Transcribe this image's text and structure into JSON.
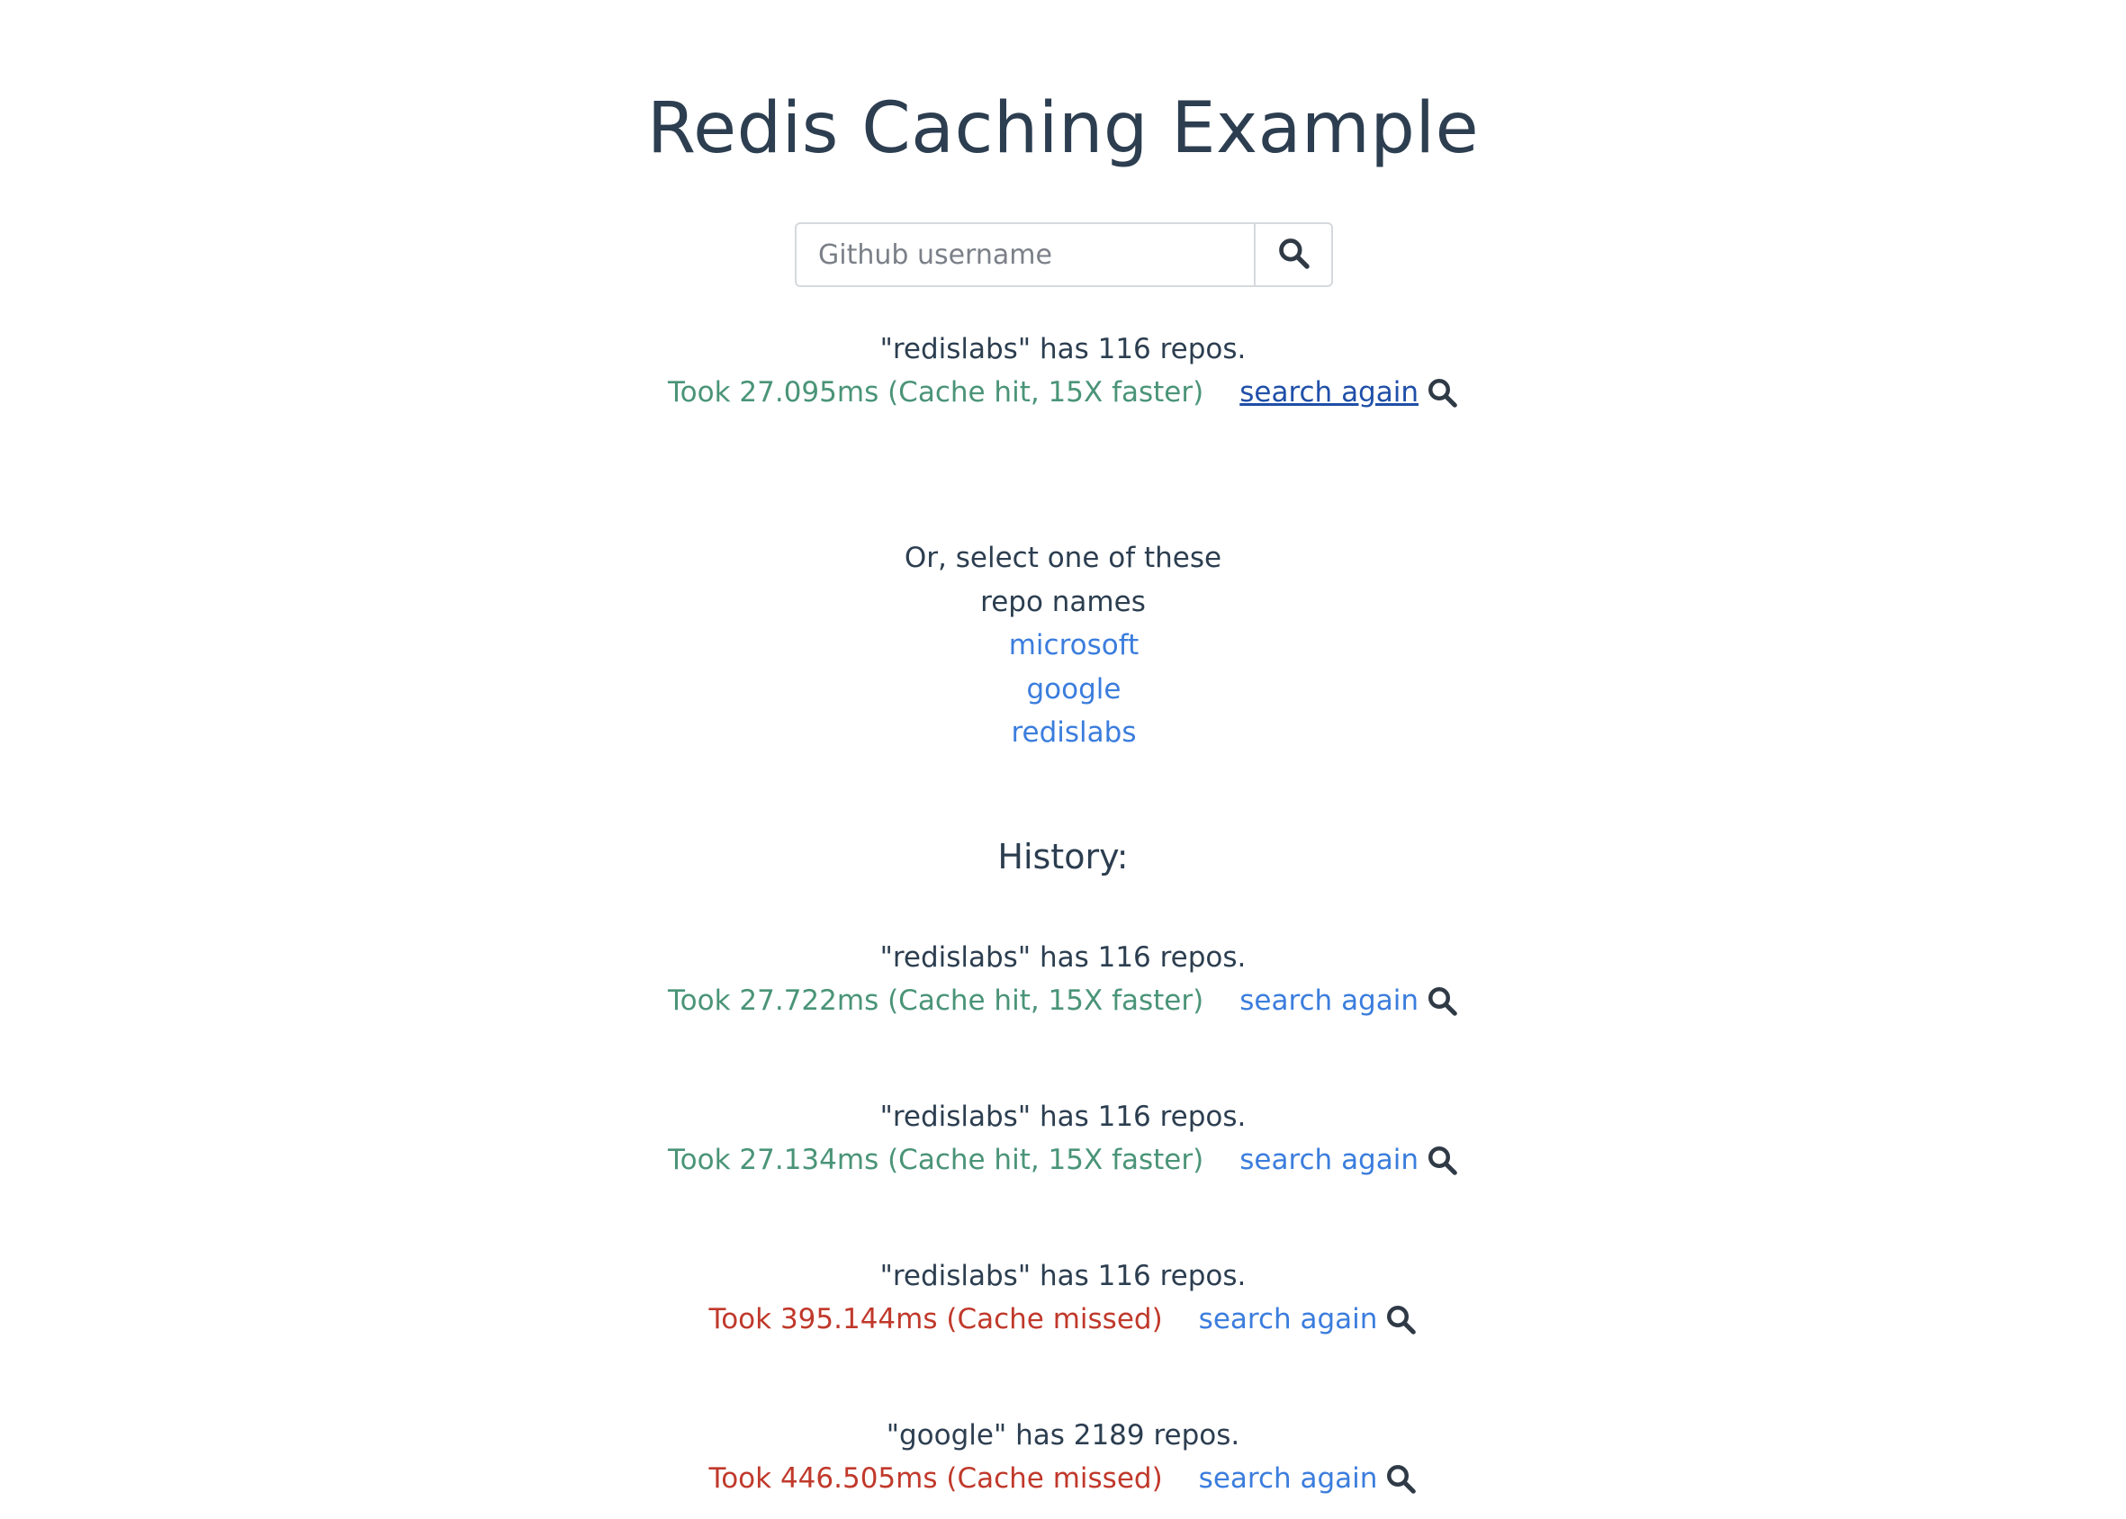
{
  "header": {
    "title": "Redis Caching Example"
  },
  "search": {
    "placeholder": "Github username"
  },
  "current_result": {
    "summary": "\"redislabs\" has 116 repos.",
    "timing": "Took 27.095ms (Cache hit, 15X faster)",
    "search_again": "search again"
  },
  "suggestions": {
    "prompt_line1": "Or, select one of these",
    "prompt_line2": "repo names",
    "items": [
      "microsoft",
      "google",
      "redislabs"
    ]
  },
  "history": {
    "title": "History:",
    "entries": [
      {
        "summary": "\"redislabs\" has 116 repos.",
        "timing": "Took 27.722ms (Cache hit, 15X faster)",
        "status": "hit",
        "search_again": "search again"
      },
      {
        "summary": "\"redislabs\" has 116 repos.",
        "timing": "Took 27.134ms (Cache hit, 15X faster)",
        "status": "hit",
        "search_again": "search again"
      },
      {
        "summary": "\"redislabs\" has 116 repos.",
        "timing": "Took 395.144ms (Cache missed)",
        "status": "miss",
        "search_again": "search again"
      },
      {
        "summary": "\"google\" has 2189 repos.",
        "timing": "Took 446.505ms (Cache missed)",
        "status": "miss",
        "search_again": "search again"
      }
    ]
  },
  "colors": {
    "text": "#2c3e50",
    "cache_hit": "#4a9478",
    "cache_miss": "#c0392b",
    "link": "#3b7ddd"
  },
  "icons": {
    "search": "search-icon"
  }
}
